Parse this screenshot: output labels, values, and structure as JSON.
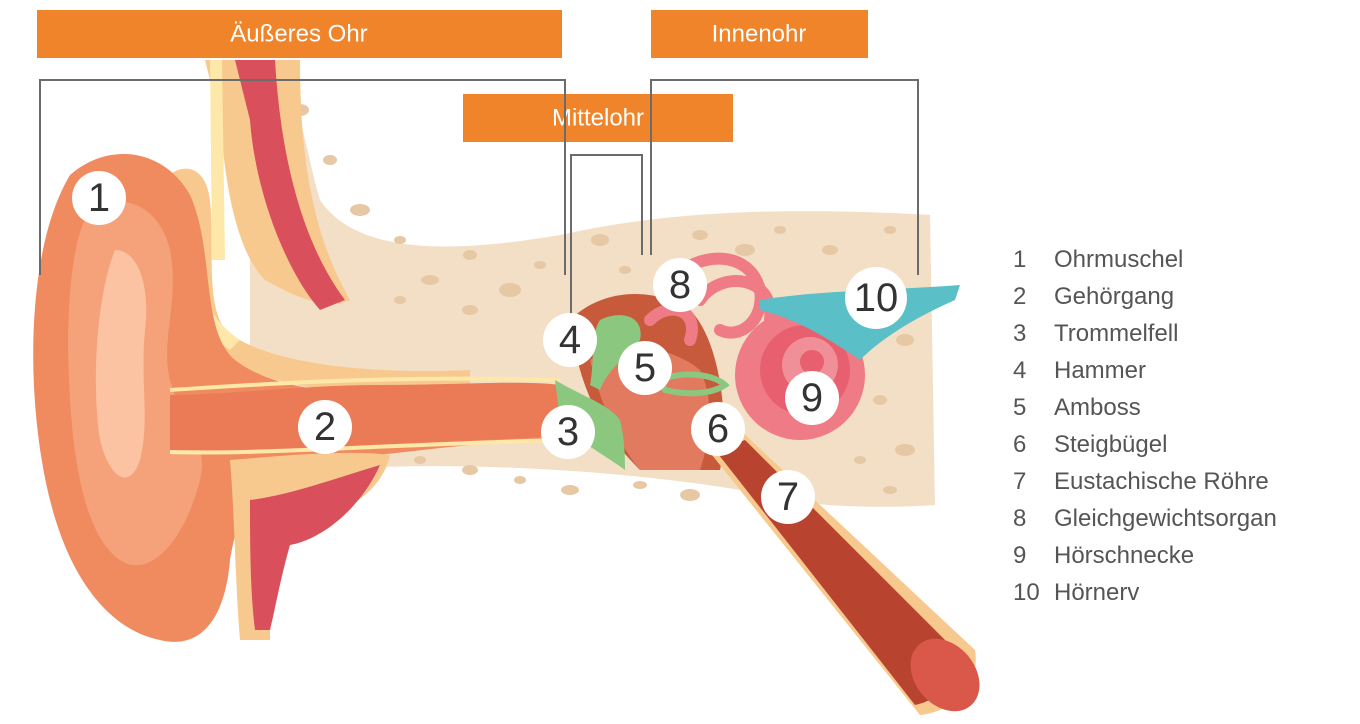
{
  "headers": {
    "outer_ear": "Äußeres Ohr",
    "middle_ear": "Mittelohr",
    "inner_ear": "Innenohr"
  },
  "callouts": [
    "1",
    "2",
    "3",
    "4",
    "5",
    "6",
    "7",
    "8",
    "9",
    "10"
  ],
  "legend": [
    {
      "num": "1",
      "label": "Ohrmuschel"
    },
    {
      "num": "2",
      "label": "Gehörgang"
    },
    {
      "num": "3",
      "label": "Trommelfell"
    },
    {
      "num": "4",
      "label": "Hammer"
    },
    {
      "num": "5",
      "label": "Amboss"
    },
    {
      "num": "6",
      "label": "Steigbügel"
    },
    {
      "num": "7",
      "label": "Eustachische Röhre"
    },
    {
      "num": "8",
      "label": "Gleichgewichtsorgan"
    },
    {
      "num": "9",
      "label": "Hörschnecke"
    },
    {
      "num": "10",
      "label": "Hörnerv"
    }
  ],
  "colors": {
    "header": "#f0842a",
    "bone": "#f3dfc6",
    "skin": "#f08a5f",
    "muscle": "#d94f5c",
    "cartilage": "#fde7a9",
    "ossicles": "#8bc77f",
    "cochlea": "#ef7b86",
    "nerve": "#5bbfc8"
  }
}
